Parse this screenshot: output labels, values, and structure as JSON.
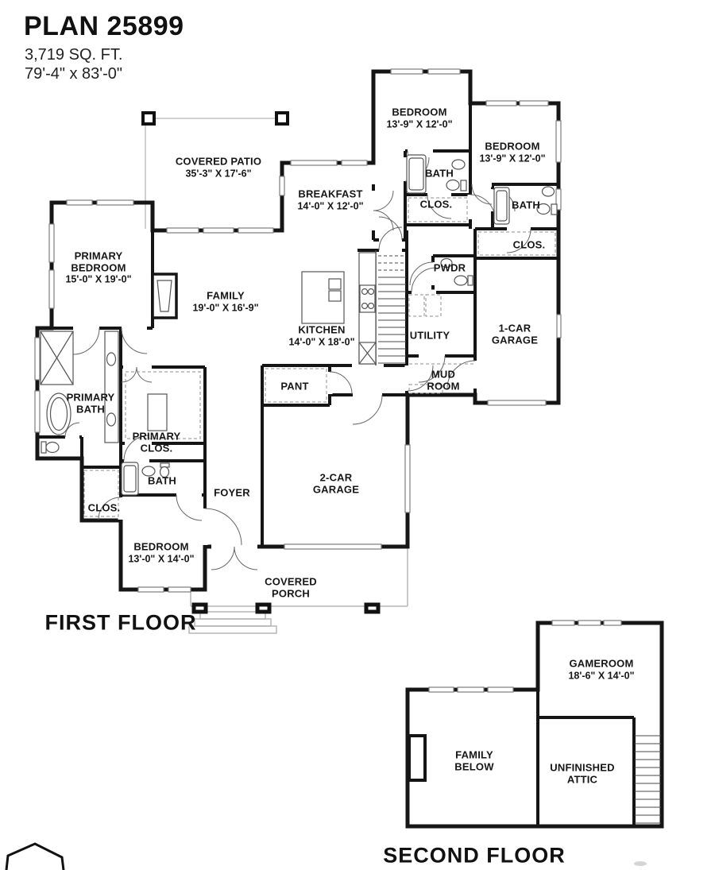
{
  "header": {
    "plan_number": "PLAN 25899",
    "sqft": "3,719 SQ. FT.",
    "dimensions": "79'-4\" x 83'-0\""
  },
  "floor_labels": {
    "first": "FIRST FLOOR",
    "second": "SECOND FLOOR"
  },
  "first_floor": {
    "covered_patio": {
      "name": "COVERED PATIO",
      "dims": "35'-3\" X 17'-6\""
    },
    "breakfast": {
      "name": "BREAKFAST",
      "dims": "14'-0\" X 12'-0\""
    },
    "bedroom_top": {
      "name": "BEDROOM",
      "dims": "13'-9\" X 12'-0\""
    },
    "bedroom_right": {
      "name": "BEDROOM",
      "dims": "13'-9\" X 12'-0\""
    },
    "bath_top": {
      "name": "BATH"
    },
    "clos_top": {
      "name": "CLOS."
    },
    "bath_right": {
      "name": "BATH"
    },
    "clos_right": {
      "name": "CLOS."
    },
    "pwdr": {
      "name": "PWDR"
    },
    "one_car_garage": {
      "name": "1-CAR GARAGE"
    },
    "utility": {
      "name": "UTILITY"
    },
    "mud_room": {
      "name": "MUD ROOM"
    },
    "kitchen": {
      "name": "KITCHEN",
      "dims": "14'-0\" X 18'-0\""
    },
    "family": {
      "name": "FAMILY",
      "dims": "19'-0\" X 16'-9\""
    },
    "primary_bedroom": {
      "name": "PRIMARY BEDROOM",
      "dims": "15'-0\" X 19'-0\""
    },
    "primary_bath": {
      "name": "PRIMARY BATH"
    },
    "primary_clos": {
      "name": "PRIMARY CLOS."
    },
    "bath_lower": {
      "name": "BATH"
    },
    "clos_lower": {
      "name": "CLOS."
    },
    "foyer": {
      "name": "FOYER"
    },
    "pantry": {
      "name": "PANT"
    },
    "two_car_garage": {
      "name": "2-CAR GARAGE"
    },
    "covered_porch": {
      "name": "COVERED PORCH"
    },
    "bedroom_lower": {
      "name": "BEDROOM",
      "dims": "13'-0\" X 14'-0\""
    }
  },
  "second_floor": {
    "gameroom": {
      "name": "GAMEROOM",
      "dims": "18'-6\" X 14'-0\""
    },
    "family_below": {
      "name": "FAMILY BELOW"
    },
    "unfinished_attic": {
      "name": "UNFINISHED ATTIC"
    }
  },
  "colors": {
    "wall": "#151515",
    "thin_line": "#bfbfbf",
    "fixture": "#555555",
    "background": "#ffffff"
  }
}
